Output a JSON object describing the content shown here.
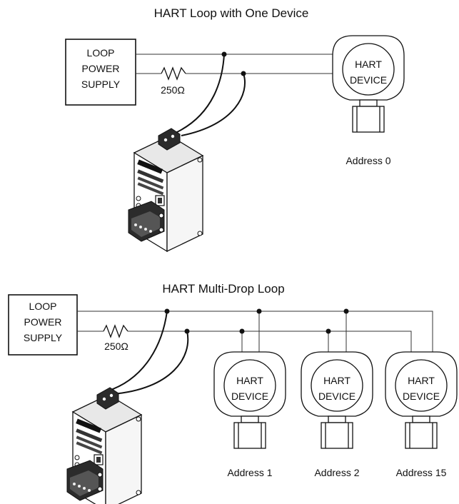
{
  "diagram1": {
    "title": "HART Loop with One Device",
    "supply": [
      "LOOP",
      "POWER",
      "SUPPLY"
    ],
    "resistor": "250Ω",
    "device": [
      "HART",
      "DEVICE"
    ],
    "address": "Address 0"
  },
  "diagram2": {
    "title": "HART Multi-Drop Loop",
    "supply": [
      "LOOP",
      "POWER",
      "SUPPLY"
    ],
    "resistor": "250Ω",
    "devices": [
      {
        "line1": "HART",
        "line2": "DEVICE",
        "address": "Address 1"
      },
      {
        "line1": "HART",
        "line2": "DEVICE",
        "address": "Address 2"
      },
      {
        "line1": "HART",
        "line2": "DEVICE",
        "address": "Address 15"
      }
    ]
  }
}
